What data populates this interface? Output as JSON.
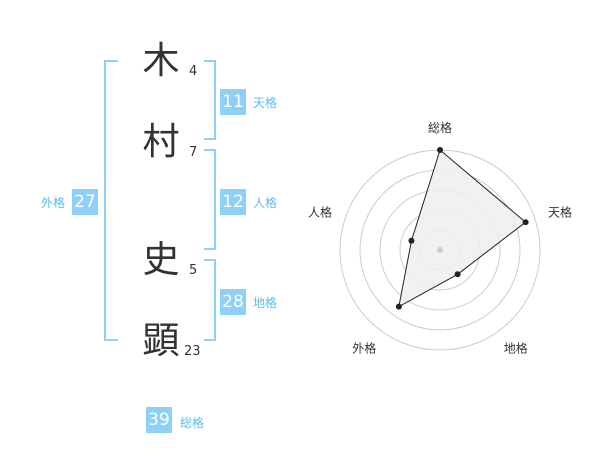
{
  "name": {
    "chars": [
      {
        "char": "木",
        "strokes": "4"
      },
      {
        "char": "村",
        "strokes": "7"
      },
      {
        "char": "史",
        "strokes": "5"
      },
      {
        "char": "顕",
        "strokes": "23"
      }
    ]
  },
  "scores": {
    "tenkaku": {
      "value": "11",
      "label": "天格"
    },
    "jinkaku": {
      "value": "12",
      "label": "人格"
    },
    "chikaku": {
      "value": "28",
      "label": "地格"
    },
    "gaikaku": {
      "value": "27",
      "label": "外格"
    },
    "soukaku": {
      "value": "39",
      "label": "総格"
    }
  },
  "colors": {
    "accent": "#8fd0f6",
    "accent_text": "#5bbcef",
    "ring": "#cccccc",
    "fill": "#eeeeee"
  },
  "chart_data": {
    "type": "radar",
    "axes": [
      "総格",
      "天格",
      "地格",
      "外格",
      "人格"
    ],
    "levels": 5,
    "range": [
      0,
      5
    ],
    "values": [
      5,
      4.5,
      1.5,
      3.5,
      1.5
    ]
  }
}
